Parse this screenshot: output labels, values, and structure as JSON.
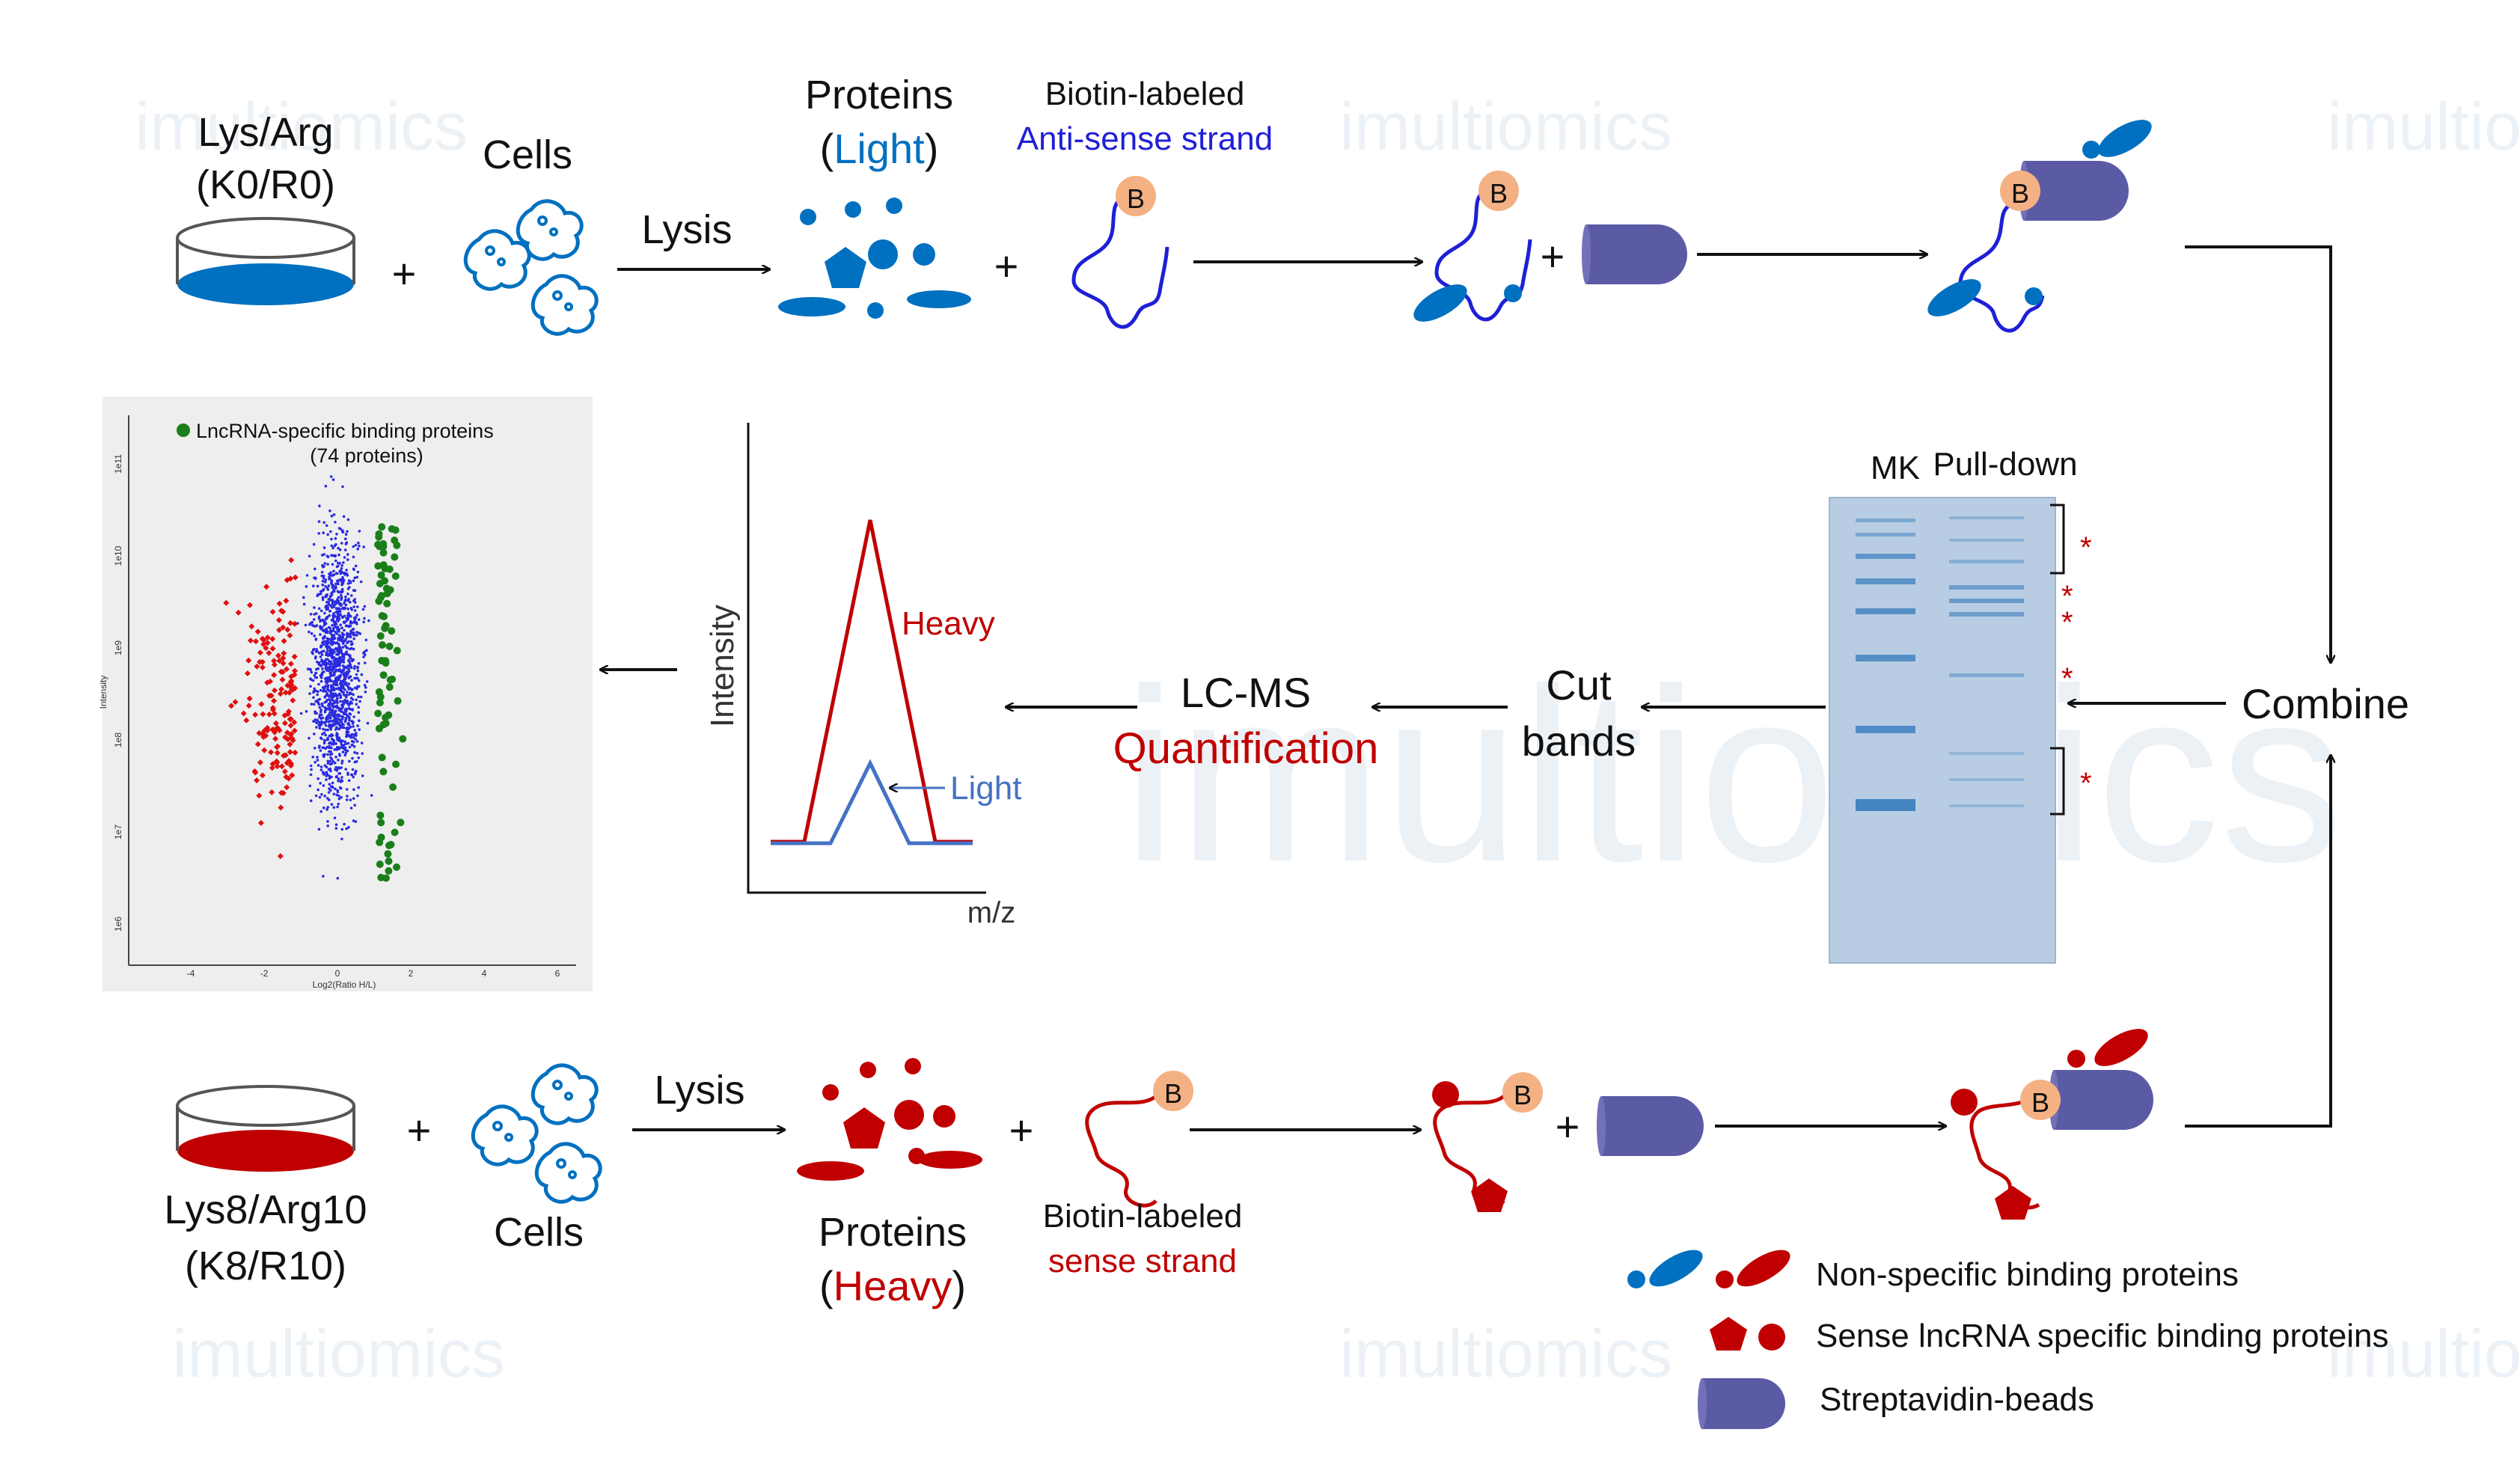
{
  "top_row": {
    "medium_line1": "Lys/Arg",
    "medium_line2": "(K0/R0)",
    "cells": "Cells",
    "lysis": "Lysis",
    "proteins": "Proteins",
    "proteins_open": "(",
    "proteins_state": "Light",
    "proteins_close": ")",
    "probe_line1": "Biotin-labeled",
    "probe_line2": "Anti-sense strand",
    "plus": "+",
    "biotin": "B"
  },
  "bottom_row": {
    "medium_line1": "Lys8/Arg10",
    "medium_line2": "(K8/R10)",
    "cells": "Cells",
    "lysis": "Lysis",
    "proteins": "Proteins",
    "proteins_open": "(",
    "proteins_state": "Heavy",
    "proteins_close": ")",
    "probe_line1": "Biotin-labeled",
    "probe_line2": "sense strand",
    "plus": "+",
    "biotin": "B"
  },
  "combine": "Combine",
  "gel": {
    "lane1": "MK",
    "lane2": "Pull-down",
    "star": "*"
  },
  "cut_line1": "Cut",
  "cut_line2": "bands",
  "lcms_line1": "LC-MS",
  "lcms_line2": "Quantification",
  "ms_plot": {
    "ylabel": "Intensity",
    "xlabel": "m/z",
    "heavy": "Heavy",
    "light": "Light"
  },
  "scatter": {
    "legend_line1": "LncRNA-specific binding proteins",
    "legend_line2": "(74 proteins)",
    "xlabel": "Log2(Ratio H/L)",
    "ylabel": "Intensity",
    "xticks": [
      "-4",
      "-2",
      "0",
      "2",
      "4",
      "6"
    ],
    "yticks": [
      "1e11",
      "1e10",
      "1e9",
      "1e8",
      "1e7",
      "1e6"
    ]
  },
  "legend": {
    "item1": "Non-specific binding proteins",
    "item2": "Sense lncRNA specific binding proteins",
    "item3": "Streptavidin-beads"
  },
  "watermark": "imultiomics",
  "colors": {
    "light_blue": "#0070c0",
    "probe_blue": "#1f1fd6",
    "heavy_red": "#c00000",
    "bead": "#5b5aa5",
    "biotin": "#f4b183",
    "green": "#1a7f1a"
  }
}
